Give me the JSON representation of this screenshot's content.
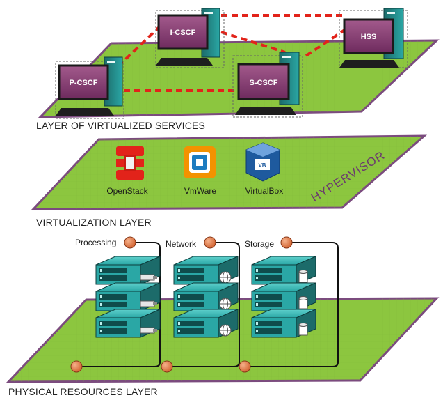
{
  "layers": {
    "services": {
      "caption": "LAYER OF VIRTUALIZED SERVICES",
      "nodes": [
        {
          "label": "P-CSCF"
        },
        {
          "label": "I-CSCF"
        },
        {
          "label": "S-CSCF"
        },
        {
          "label": "HSS"
        }
      ]
    },
    "virtualization": {
      "caption": "VIRTUALIZATION LAYER",
      "hypervisor_label": "HYPERVISOR",
      "platforms": [
        {
          "label": "OpenStack"
        },
        {
          "label": "VmWare"
        },
        {
          "label": "VirtualBox"
        }
      ]
    },
    "physical": {
      "caption": "PHYSICAL RESOURCES LAYER",
      "groups": [
        {
          "label": "Processing"
        },
        {
          "label": "Network"
        },
        {
          "label": "Storage"
        }
      ]
    }
  },
  "colors": {
    "plane_fill": "#8cc63f",
    "plane_border": "#7b4b7e",
    "link_dashed": "#e2231a",
    "server_teal": "#2aa7a5",
    "connector_orange": "#e07a4a",
    "node_label_bg": "#8a3a73",
    "openstack_red": "#e2231a",
    "vmware_orange": "#f39200",
    "vmware_blue": "#1d7cc0"
  }
}
